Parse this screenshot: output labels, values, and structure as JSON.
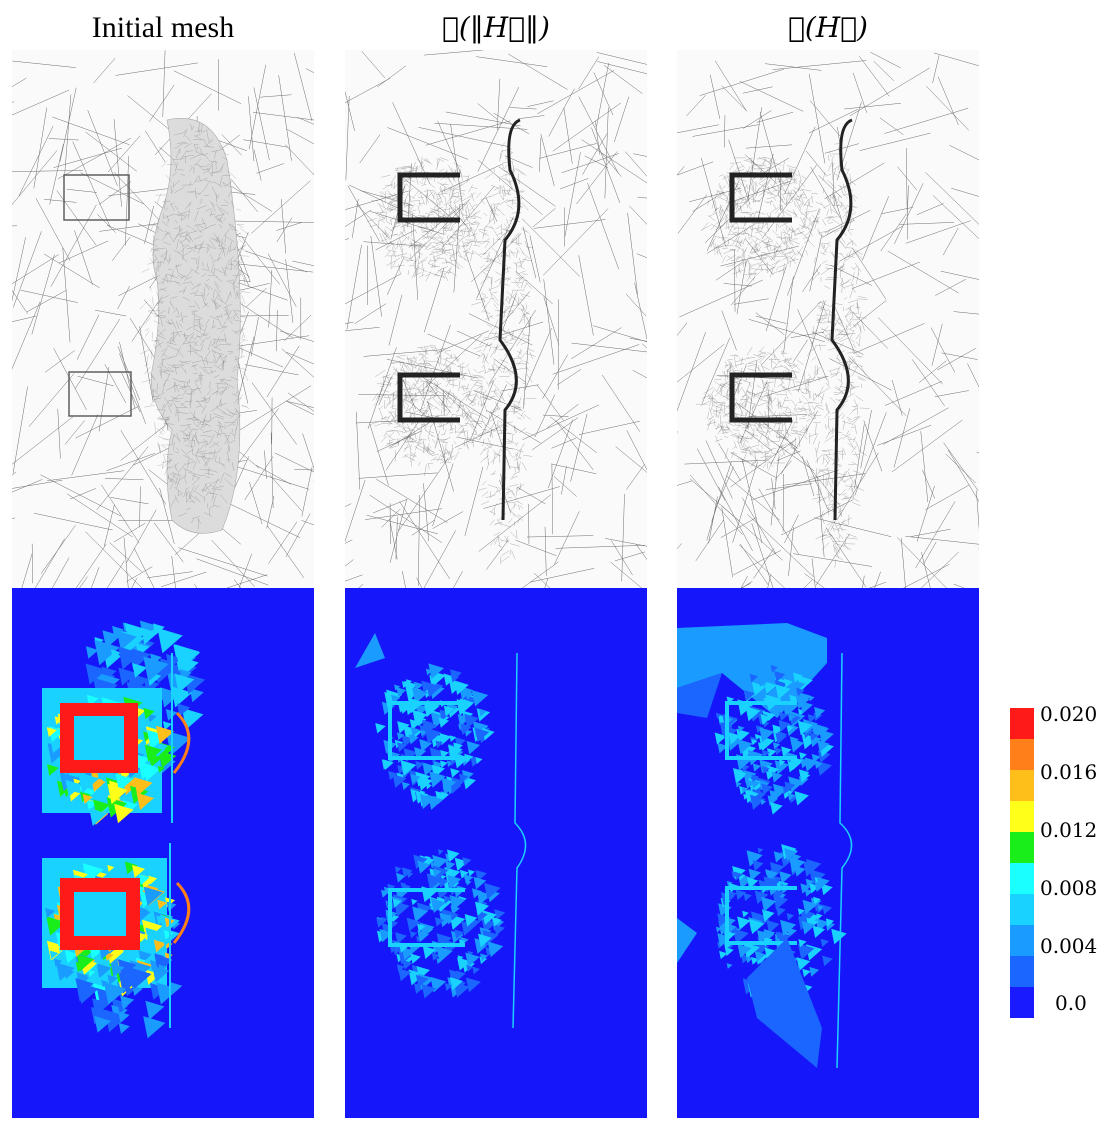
{
  "figure": {
    "col_titles": [
      "Initial mesh",
      "𝓜(‖H⃗‖)",
      "𝓜(H⃗)"
    ]
  },
  "colorbar": {
    "ticks": [
      "0.020",
      "0.016",
      "0.012",
      "0.008",
      "0.004",
      "0.0"
    ],
    "colors": [
      "#ff1a1a",
      "#ff7f1a",
      "#ffbf1a",
      "#ffff1a",
      "#1aee1a",
      "#1affff",
      "#1ad2ff",
      "#1a9bff",
      "#1a66ff",
      "#1a1aff"
    ]
  },
  "colors": {
    "field_background": "#1616fa",
    "mesh_lines": "#4a4a4a"
  }
}
